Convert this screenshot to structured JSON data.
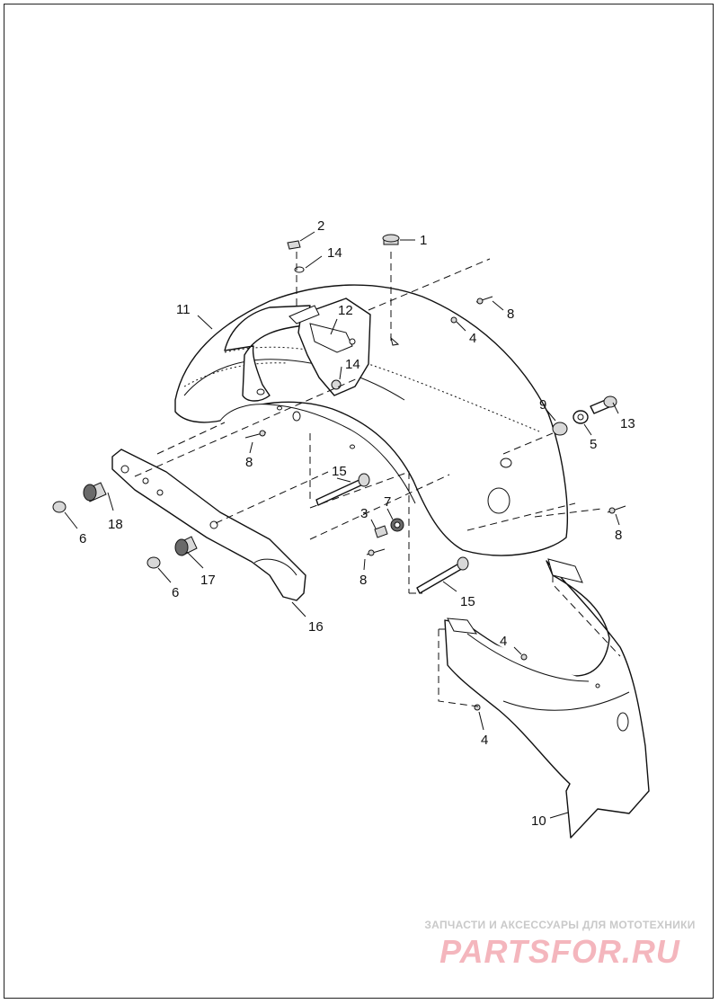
{
  "callouts": [
    {
      "id": "c1",
      "text": "1"
    },
    {
      "id": "c2",
      "text": "2"
    },
    {
      "id": "c3",
      "text": "3"
    },
    {
      "id": "c4a",
      "text": "4"
    },
    {
      "id": "c4b",
      "text": "4"
    },
    {
      "id": "c4c",
      "text": "4"
    },
    {
      "id": "c5",
      "text": "5"
    },
    {
      "id": "c6a",
      "text": "6"
    },
    {
      "id": "c6b",
      "text": "6"
    },
    {
      "id": "c7",
      "text": "7"
    },
    {
      "id": "c8a",
      "text": "8"
    },
    {
      "id": "c8b",
      "text": "8"
    },
    {
      "id": "c8c",
      "text": "8"
    },
    {
      "id": "c8d",
      "text": "8"
    },
    {
      "id": "c9",
      "text": "9"
    },
    {
      "id": "c10",
      "text": "10"
    },
    {
      "id": "c11",
      "text": "11"
    },
    {
      "id": "c12",
      "text": "12"
    },
    {
      "id": "c13",
      "text": "13"
    },
    {
      "id": "c14a",
      "text": "14"
    },
    {
      "id": "c14b",
      "text": "14"
    },
    {
      "id": "c15a",
      "text": "15"
    },
    {
      "id": "c15b",
      "text": "15"
    },
    {
      "id": "c16",
      "text": "16"
    },
    {
      "id": "c17",
      "text": "17"
    },
    {
      "id": "c18",
      "text": "18"
    }
  ],
  "watermark": {
    "tagline": "ЗАПЧАСТИ И АКСЕССУАРЫ ДЛЯ МОТОТЕХНИКИ",
    "brand": "PARTSFOR.RU"
  },
  "colors": {
    "line": "#111111",
    "watermark_brand": "#f4b6bd",
    "watermark_tagline": "#c9c9c9"
  }
}
